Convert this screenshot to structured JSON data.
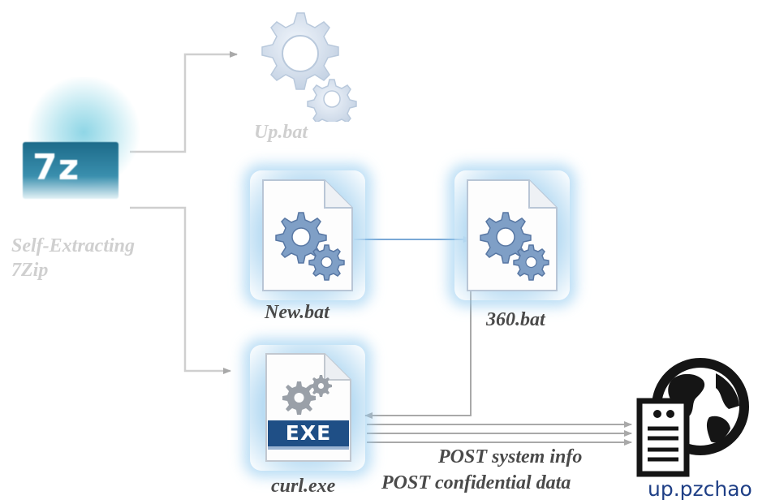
{
  "nodes": {
    "sfx": {
      "badge": "7z",
      "label_line1": "Self-Extracting",
      "label_line2": "7Zip"
    },
    "up_bat": {
      "label": "Up.bat",
      "icon": "gears-icon"
    },
    "new_bat": {
      "label": "New.bat",
      "icon": "batch-file-icon"
    },
    "bat_360": {
      "label": "360.bat",
      "icon": "batch-file-icon"
    },
    "curl": {
      "label": "curl.exe",
      "badge": "EXE",
      "icon": "exe-file-icon"
    },
    "server": {
      "label": "up.pzchao",
      "icon": "server-globe-icon"
    }
  },
  "edges": {
    "post_sysinfo": "POST system info",
    "post_confidential": "POST confidential data"
  },
  "colors": {
    "arrow": "#a9a9a9",
    "faded_text": "#cfcfcf",
    "dark_text": "#4a4a4a",
    "server_text": "#1f3f86",
    "exe_badge": "#1f4f86"
  }
}
